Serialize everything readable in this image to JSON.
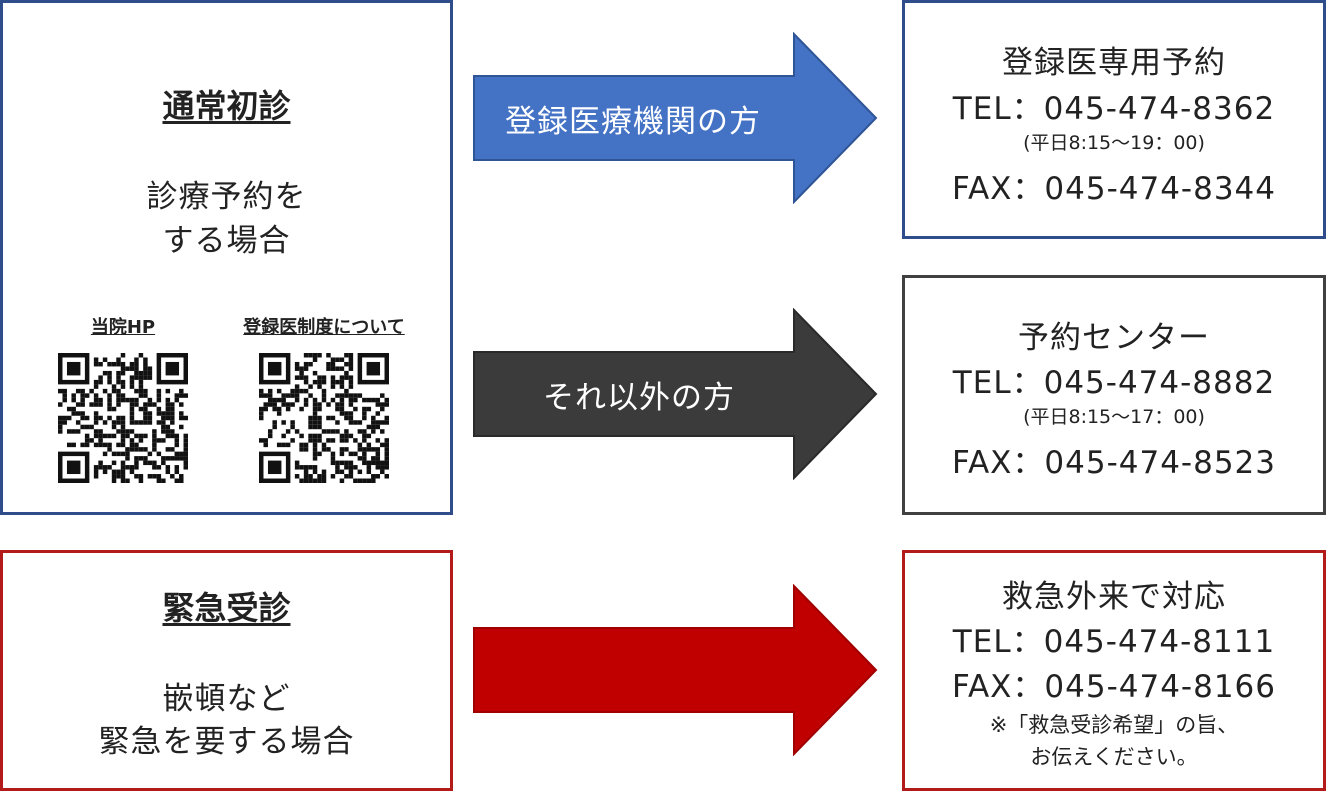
{
  "normal_visit": {
    "title": "通常初診",
    "desc_line1": "診療予約を",
    "desc_line2": "する場合",
    "qr1_label": "当院HP",
    "qr2_label": "登録医制度について"
  },
  "emergency_visit": {
    "title": "緊急受診",
    "desc_line1": "嵌頓など",
    "desc_line2": "緊急を要する場合"
  },
  "arrows": {
    "registered": "登録医療機関の方",
    "other": "それ以外の方",
    "colors": {
      "registered": "#4472c4",
      "other": "#3b3b3b",
      "emergency": "#c00000"
    }
  },
  "registered_contact": {
    "title": "登録医専用予約",
    "tel": "TEL：045-474-8362",
    "hours": "(平日8:15～19：00)",
    "fax": "FAX：045-474-8344"
  },
  "reservation_center": {
    "title": "予約センター",
    "tel": "TEL：045-474-8882",
    "hours": "(平日8:15～17：00)",
    "fax": "FAX：045-474-8523"
  },
  "emergency_contact": {
    "title": "救急外来で対応",
    "tel": "TEL：045-474-8111",
    "fax": "FAX：045-474-8166",
    "note_line1": "※「救急受診希望」の旨、",
    "note_line2": "お伝えください。"
  }
}
